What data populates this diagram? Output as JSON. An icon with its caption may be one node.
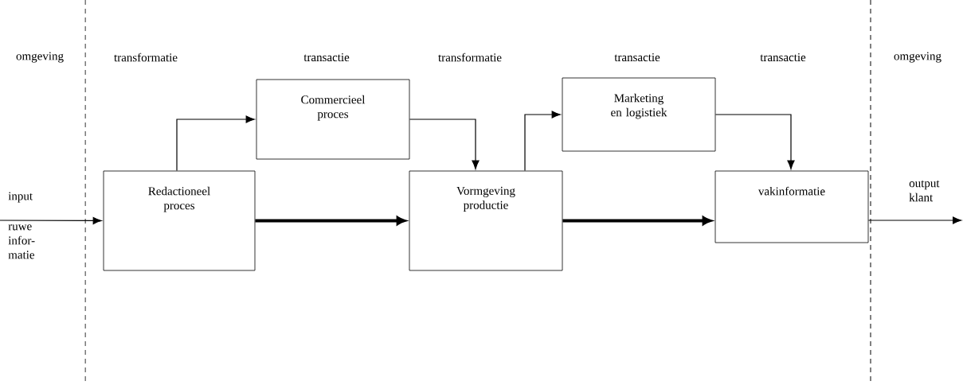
{
  "diagram": {
    "nodes": [
      {
        "text": [
          "Redactioneel proces"
        ]
      },
      {
        "text": [
          "Commercieel proces"
        ]
      },
      {
        "text": [
          "Vormgeving productie"
        ]
      },
      {
        "text": [
          "Marketing en logistiek"
        ]
      },
      {
        "text": [
          "vakinformatie"
        ]
      }
    ],
    "edges": [
      {
        "from": null,
        "to": 0,
        "arrow": "to"
      },
      {
        "from": 0,
        "to": 1,
        "arrow": "to"
      },
      {
        "from": 1,
        "to": 2,
        "arrow": "to"
      },
      {
        "from": 0,
        "to": 2,
        "arrow": "to",
        "style": "thick"
      },
      {
        "from": 2,
        "to": 3,
        "arrow": "to"
      },
      {
        "from": 3,
        "to": 4,
        "arrow": "to"
      },
      {
        "from": 2,
        "to": 4,
        "arrow": "to",
        "style": "thick"
      },
      {
        "from": 4,
        "to": null,
        "arrow": "to"
      }
    ],
    "labels": [
      "omgeving",
      "transformatie",
      "transactie",
      "transformatie",
      "transactie",
      "transactie",
      "omgeving",
      "input",
      "ruwe infor- matie",
      "output klant"
    ]
  }
}
